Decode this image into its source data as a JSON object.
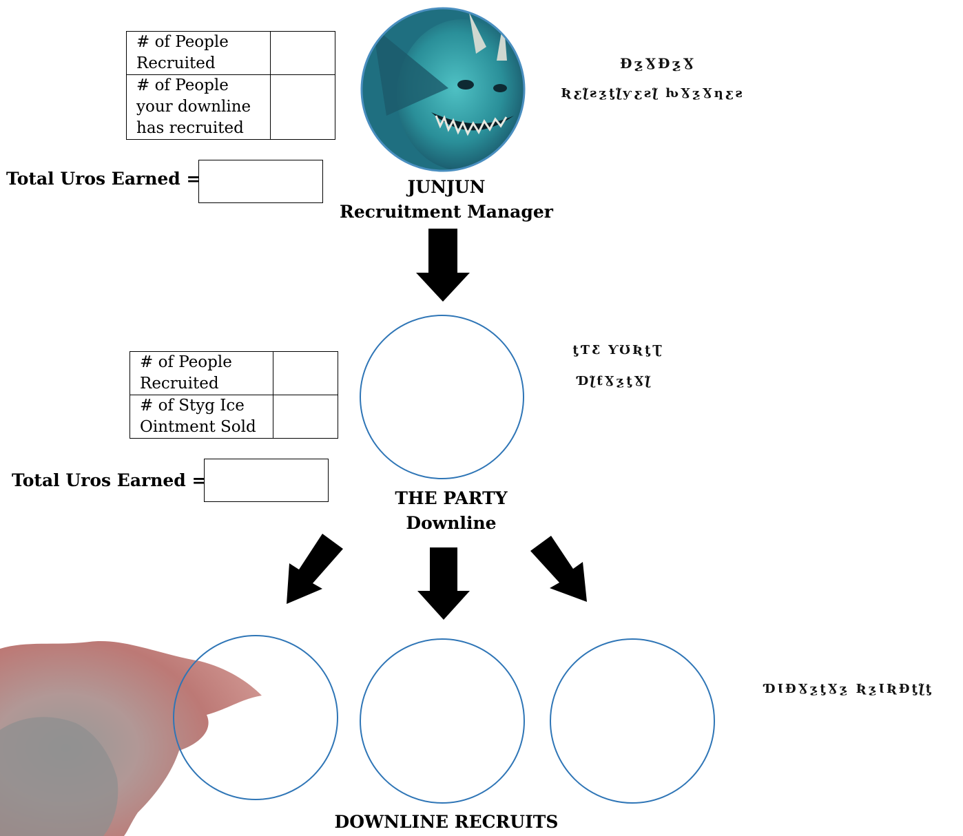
{
  "colors": {
    "circle_stroke": "#2e75b6",
    "arrow_fill": "#000000",
    "stain": "#b56a66",
    "avatar_ring": "#4a8fc0"
  },
  "manager": {
    "title": "JUNJUN",
    "subtitle": "Recruitment Manager",
    "cipher_line1": "ƉƺƔƉƺƔ",
    "cipher_line2": "Ʀƹƪƨƺƫƪƴƹƨƪ ƕƔƺƔƞƹƨ",
    "table_rows": [
      {
        "label": "# of People Recruited"
      },
      {
        "label": "# of People your downline has recruited"
      }
    ],
    "total_label": "Total Uros Earned ="
  },
  "party": {
    "title": "THE PARTY",
    "subtitle": "Downline",
    "cipher_line1": "ƫƬƸ ƳƱƦƫƮ",
    "cipher_line2": "ƊƪƭƔƺƫƔƪ",
    "table_rows": [
      {
        "label": "# of People Recruited"
      },
      {
        "label": "# of Styg Ice Ointment Sold"
      }
    ],
    "total_label": "Total Uros Earned ="
  },
  "recruits": {
    "title": "DOWNLINE RECRUITS",
    "cipher": "ƊƖƉƔƺƫƔƺ ƦƺƖƦƉƫƪƫ"
  },
  "icons": [
    "demon-portrait-icon",
    "down-arrow-icon",
    "down-left-arrow-icon",
    "down-right-arrow-icon",
    "paint-stain-decoration"
  ]
}
